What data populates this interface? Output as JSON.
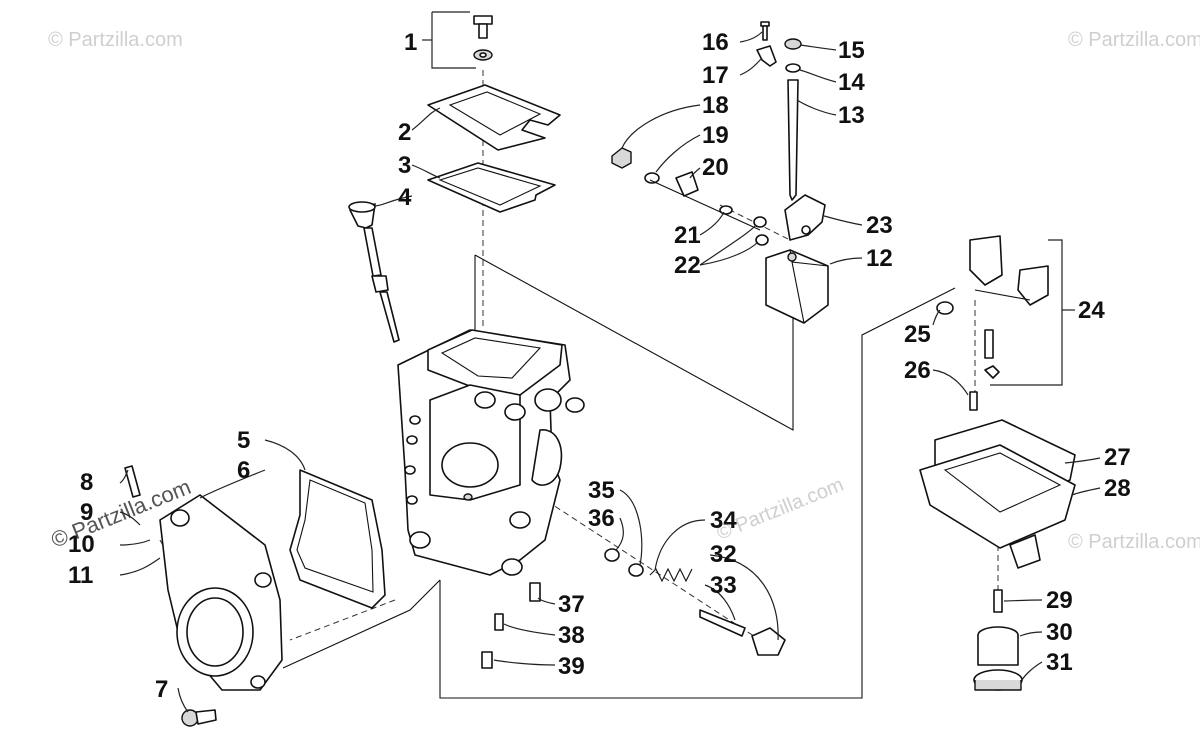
{
  "watermarks": {
    "top_left": "© Partzilla.com",
    "top_right": "© Partzilla.com",
    "mid_right": "© Partzilla.com",
    "mid": "© Partzilla.com",
    "left_rotated": "© Partzilla.com"
  },
  "callouts": [
    "1",
    "2",
    "3",
    "4",
    "5",
    "6",
    "7",
    "8",
    "9",
    "10",
    "11",
    "12",
    "13",
    "14",
    "15",
    "16",
    "17",
    "18",
    "19",
    "20",
    "21",
    "22",
    "23",
    "24",
    "25",
    "26",
    "27",
    "28",
    "29",
    "30",
    "31",
    "32",
    "33",
    "34",
    "35",
    "36",
    "37",
    "38",
    "39"
  ]
}
